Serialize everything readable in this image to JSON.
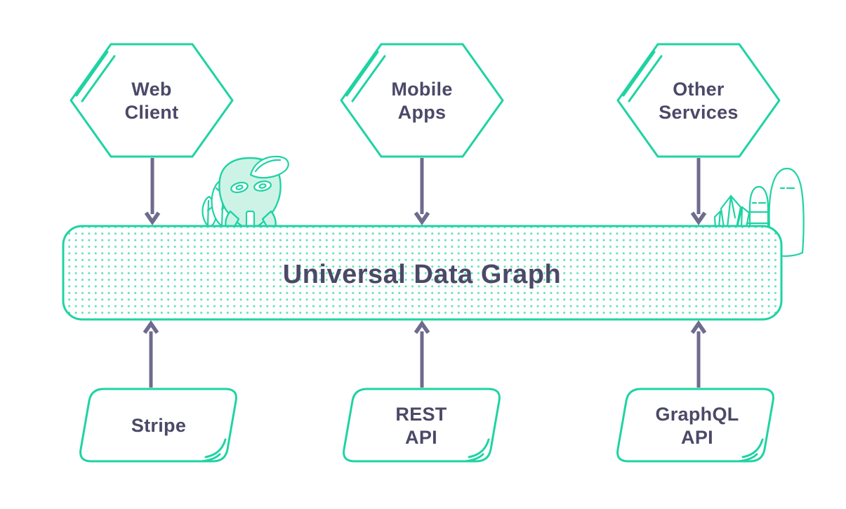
{
  "diagram": {
    "title": "Universal Data Graph",
    "top_nodes": [
      {
        "id": "web-client",
        "line1": "Web",
        "line2": "Client"
      },
      {
        "id": "mobile-apps",
        "line1": "Mobile",
        "line2": "Apps"
      },
      {
        "id": "other-services",
        "line1": "Other",
        "line2": "Services"
      }
    ],
    "bottom_nodes": [
      {
        "id": "stripe",
        "line1": "Stripe",
        "line2": ""
      },
      {
        "id": "rest-api",
        "line1": "REST",
        "line2": "API"
      },
      {
        "id": "graphql-api",
        "line1": "GraphQL",
        "line2": "API"
      }
    ],
    "colors": {
      "teal": "#1fd3a3",
      "teal_light": "#57e1b8",
      "mint_fill": "#cdf3e7",
      "arrow_purple": "#6e6b8e",
      "text_dark": "#4b4967",
      "background": "#ffffff"
    }
  }
}
